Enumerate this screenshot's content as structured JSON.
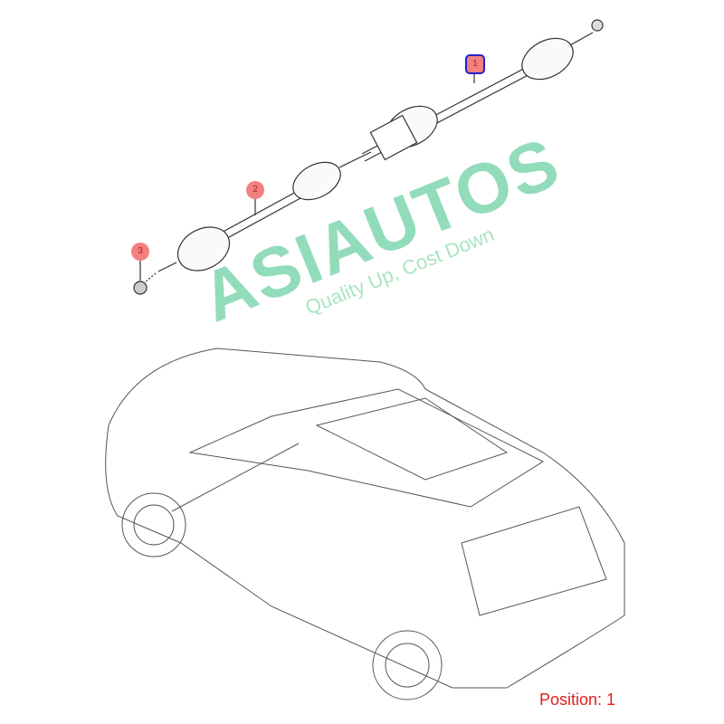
{
  "diagram": {
    "callouts": [
      {
        "number": "1",
        "selected": true
      },
      {
        "number": "2",
        "selected": false
      },
      {
        "number": "3",
        "selected": false
      }
    ],
    "position_label": "Position: 1",
    "watermark": {
      "brand": "ASIAUTOS",
      "slogan": "Quality Up, Cost Down"
    },
    "colors": {
      "callout": "#f38080",
      "selected_border": "#2020d0",
      "position_text": "#e02020",
      "watermark": "#7fd6b0"
    }
  }
}
